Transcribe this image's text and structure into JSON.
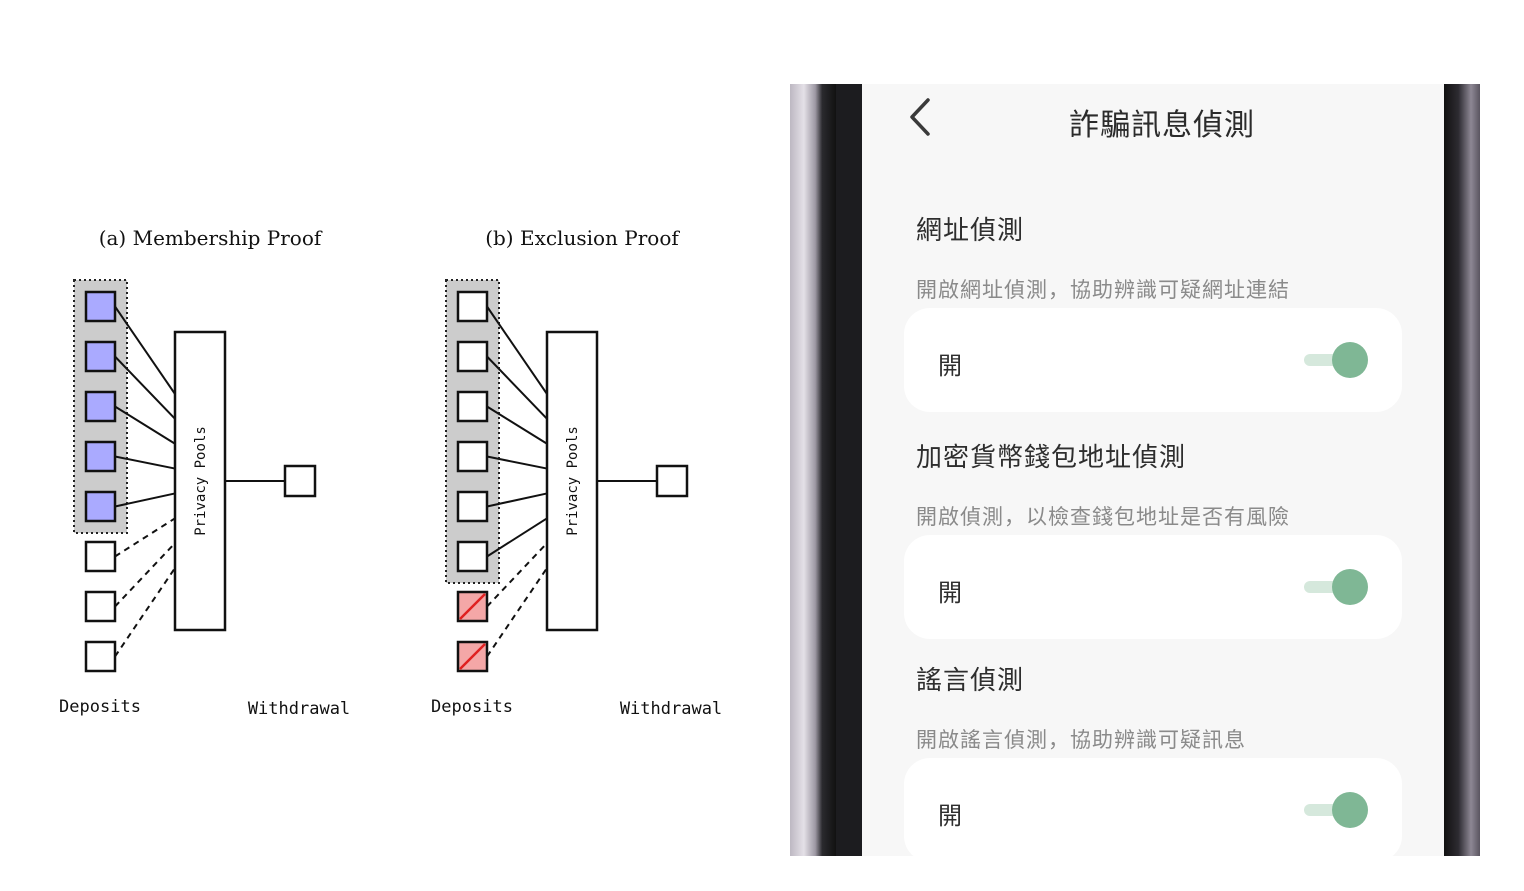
{
  "diagrams": {
    "panels": [
      {
        "title": "(a) Membership Proof",
        "pool_label": "Privacy Pools",
        "deposits_label": "Deposits",
        "withdrawal_label": "Withdrawal",
        "deposits": [
          "included",
          "included",
          "included",
          "included",
          "included",
          "excluded",
          "excluded",
          "excluded"
        ]
      },
      {
        "title": "(b) Exclusion Proof",
        "pool_label": "Privacy Pools",
        "deposits_label": "Deposits",
        "withdrawal_label": "Withdrawal",
        "deposits": [
          "set",
          "set",
          "set",
          "set",
          "set",
          "set",
          "flagged",
          "flagged"
        ]
      }
    ],
    "colors": {
      "included_fill": "#aaaaff",
      "flagged_fill": "#f4a7a7",
      "flagged_slash": "#e02020",
      "set_background": "#cccccc"
    }
  },
  "app": {
    "title": "詐騙訊息偵測",
    "back_icon": "chevron-left-icon",
    "sections": [
      {
        "title": "網址偵測",
        "description": "開啟網址偵測，協助辨識可疑網址連結",
        "toggle_label": "開",
        "enabled": true
      },
      {
        "title": "加密貨幣錢包地址偵測",
        "description": "開啟偵測，以檢查錢包地址是否有風險",
        "toggle_label": "開",
        "enabled": true
      },
      {
        "title": "謠言偵測",
        "description": "開啟謠言偵測，協助辨識可疑訊息",
        "toggle_label": "開",
        "enabled": true
      }
    ],
    "colors": {
      "toggle_on": "#7fb795",
      "toggle_track": "#d5e8dc",
      "screen_bg": "#f7f7f7",
      "card_bg": "#ffffff"
    }
  }
}
